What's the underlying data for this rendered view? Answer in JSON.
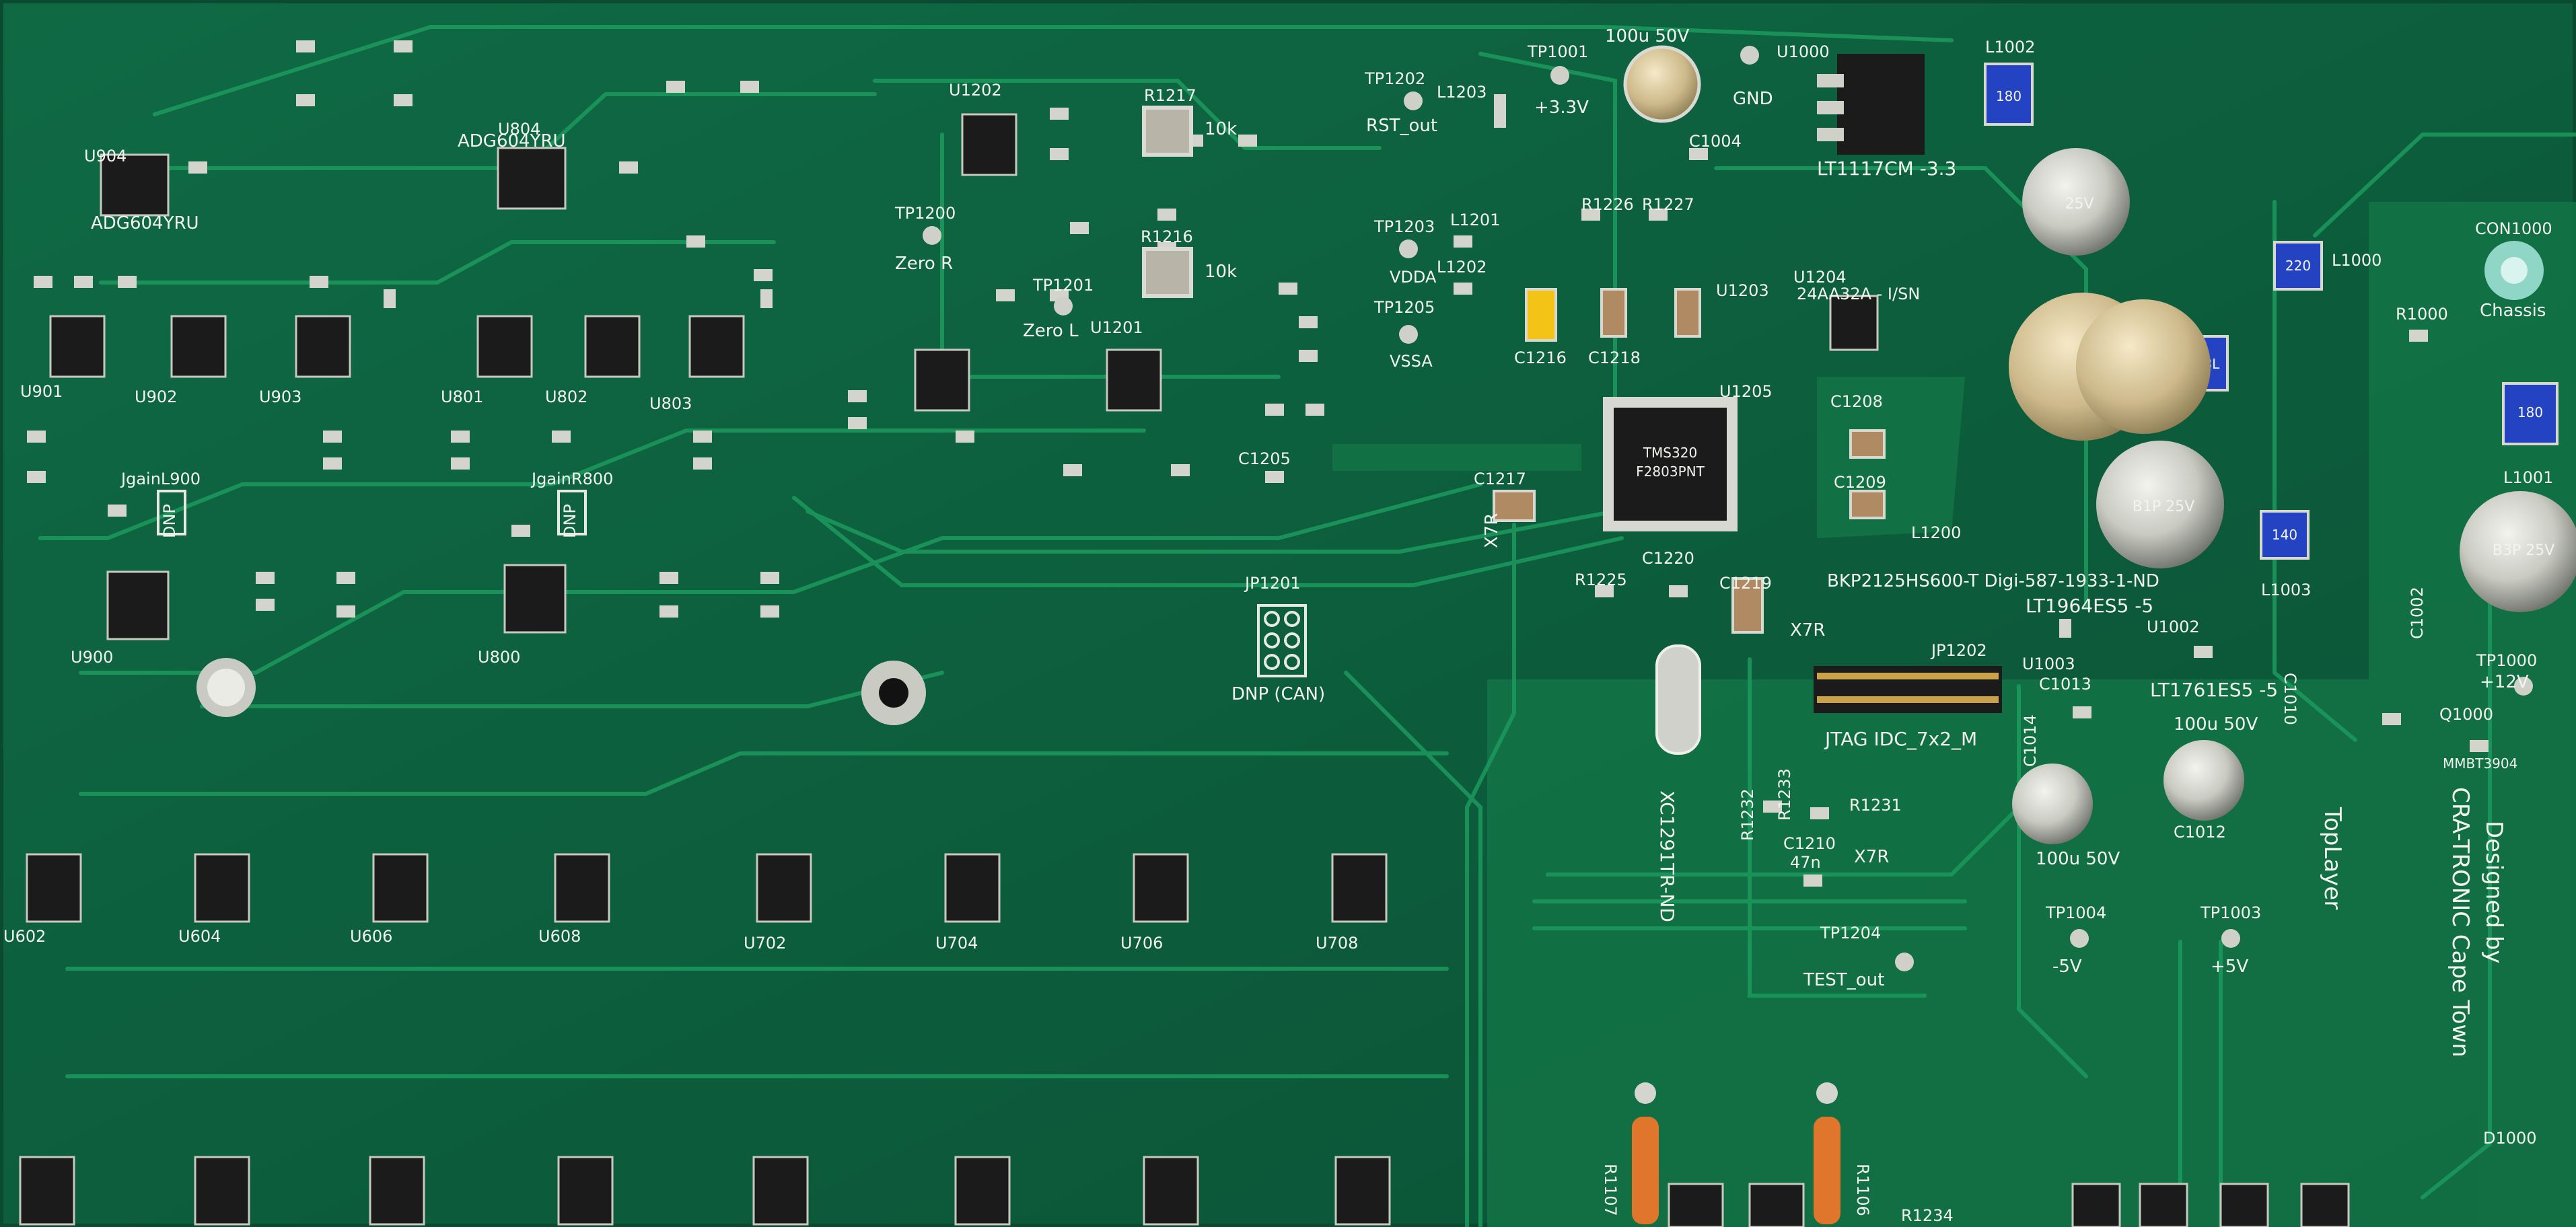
{
  "colors": {
    "pcb": "#0b5a3a",
    "pcb_light": "#137a4c",
    "trace": "#1a8a54",
    "silk": "#f2f4ee",
    "chip": "#1a1a1a",
    "pad": "#cfd2c8",
    "cap_tan": "#b08a62",
    "cap_yellow": "#f3c317",
    "cap_blue": "#2443c2",
    "resistor_orange": "#e0762c"
  },
  "labels": {
    "designer_line1": "Designed by",
    "designer_line2": "CRA-TRONIC Cape Town",
    "jtag": "JTAG IDC_7x2_M",
    "jp1202": "JP1202",
    "jp1201": "JP1201",
    "dnp_can": "DNP (CAN)",
    "dnp": "DNP",
    "x7r": "X7R",
    "x7r_2": "X7R",
    "x7r_3": "X7R",
    "tp1001": "TP1001",
    "tp1000": "TP1000",
    "tp1003": "TP1003",
    "tp1004": "TP1004",
    "tp1200": "TP1200",
    "tp1201": "TP1201",
    "tp1202": "TP1202",
    "tp1203": "TP1203",
    "tp1204": "TP1204",
    "tp1205": "TP1205",
    "v33": "+3.3V",
    "v12": "+12V",
    "v5p": "+5V",
    "v5n": "-5V",
    "gnd": "GND",
    "rst_out": "RST_out",
    "test_out": "TEST_out",
    "vdda": "VDDA",
    "vssa": "VSSA",
    "zero_r": "Zero R",
    "zero_l": "Zero L",
    "chassis": "Chassis",
    "con1000": "CON1000",
    "lt1117": "LT1117CM -3.3",
    "lt1964": "LT1964ES5 -5",
    "lt1761": "LT1761ES5 -5",
    "bkp": "BKP2125HS600-T Digi-587-1933-1-ND",
    "eeprom": "24AA32A - I/SN",
    "crystal": "XC1291TR-ND",
    "mmbt": "MMBT3904",
    "cap_100u_50v": "100u 50V",
    "cap_100u_50v_b": "100u 50V",
    "cap_100u_50v_c": "100u 50V",
    "adg604": "ADG604YRU",
    "adg604_b": "ADG604YRU",
    "jgain_l": "JgainL900",
    "jgain_r": "JgainR800",
    "mcu_line1": "TMS320",
    "mcu_line2": "F2803PNT",
    "u1000": "U1000",
    "u1002": "U1002",
    "u1003": "U1003",
    "u1201": "U1201",
    "u1202": "U1202",
    "u1203": "U1203",
    "u1204": "U1204",
    "u1205": "U1205",
    "u900": "U900",
    "u901": "U901",
    "u902": "U902",
    "u903": "U903",
    "u904": "U904",
    "u800": "U800",
    "u801": "U801",
    "u802": "U802",
    "u803": "U803",
    "u804": "U804",
    "u602": "U602",
    "u604": "U604",
    "u606": "U606",
    "u608": "U608",
    "u702": "U702",
    "u704": "U704",
    "u706": "U706",
    "u708": "U708",
    "q1000": "Q1000",
    "d1000": "D1000",
    "l1000": "L1000",
    "l1001": "L1001",
    "l1002": "L1002",
    "l1003": "L1003",
    "l1200": "L1200",
    "l1201": "L1201",
    "l1202": "L1202",
    "l1203": "L1203",
    "c1002": "C1002",
    "c1004": "C1004",
    "c1010": "C1010",
    "c1012": "C1012",
    "c1013": "C1013",
    "c1014": "C1014",
    "c1205": "C1205",
    "c1208": "C1208",
    "c1209": "C1209",
    "c1210": "C1210",
    "c1210_val": "47n",
    "c1216": "C1216",
    "c1217": "C1217",
    "c1218": "C1218",
    "c1219": "C1219",
    "c1220": "C1220",
    "r1000": "R1000",
    "r1217": "R1217",
    "r1217_val": "10k",
    "r1216": "R1216",
    "r1216_val": "10k",
    "r1225": "R1225",
    "r1226": "R1226",
    "r1227": "R1227",
    "r1231": "R1231",
    "r1232": "R1232",
    "r1233": "R1233",
    "r1234": "R1234",
    "r1106": "R1106",
    "r1107": "R1107",
    "pad_l1002": "180",
    "pad_l1000": "220",
    "pad_l1001": "180",
    "pad_l1003": "140",
    "pad_l1004": "18L",
    "cap_b1p_25v": "B1P 25V",
    "cap_b3p_25v": "B3P 25V",
    "cap_25v": "25V",
    "tpl_logo": "TopLayer"
  }
}
